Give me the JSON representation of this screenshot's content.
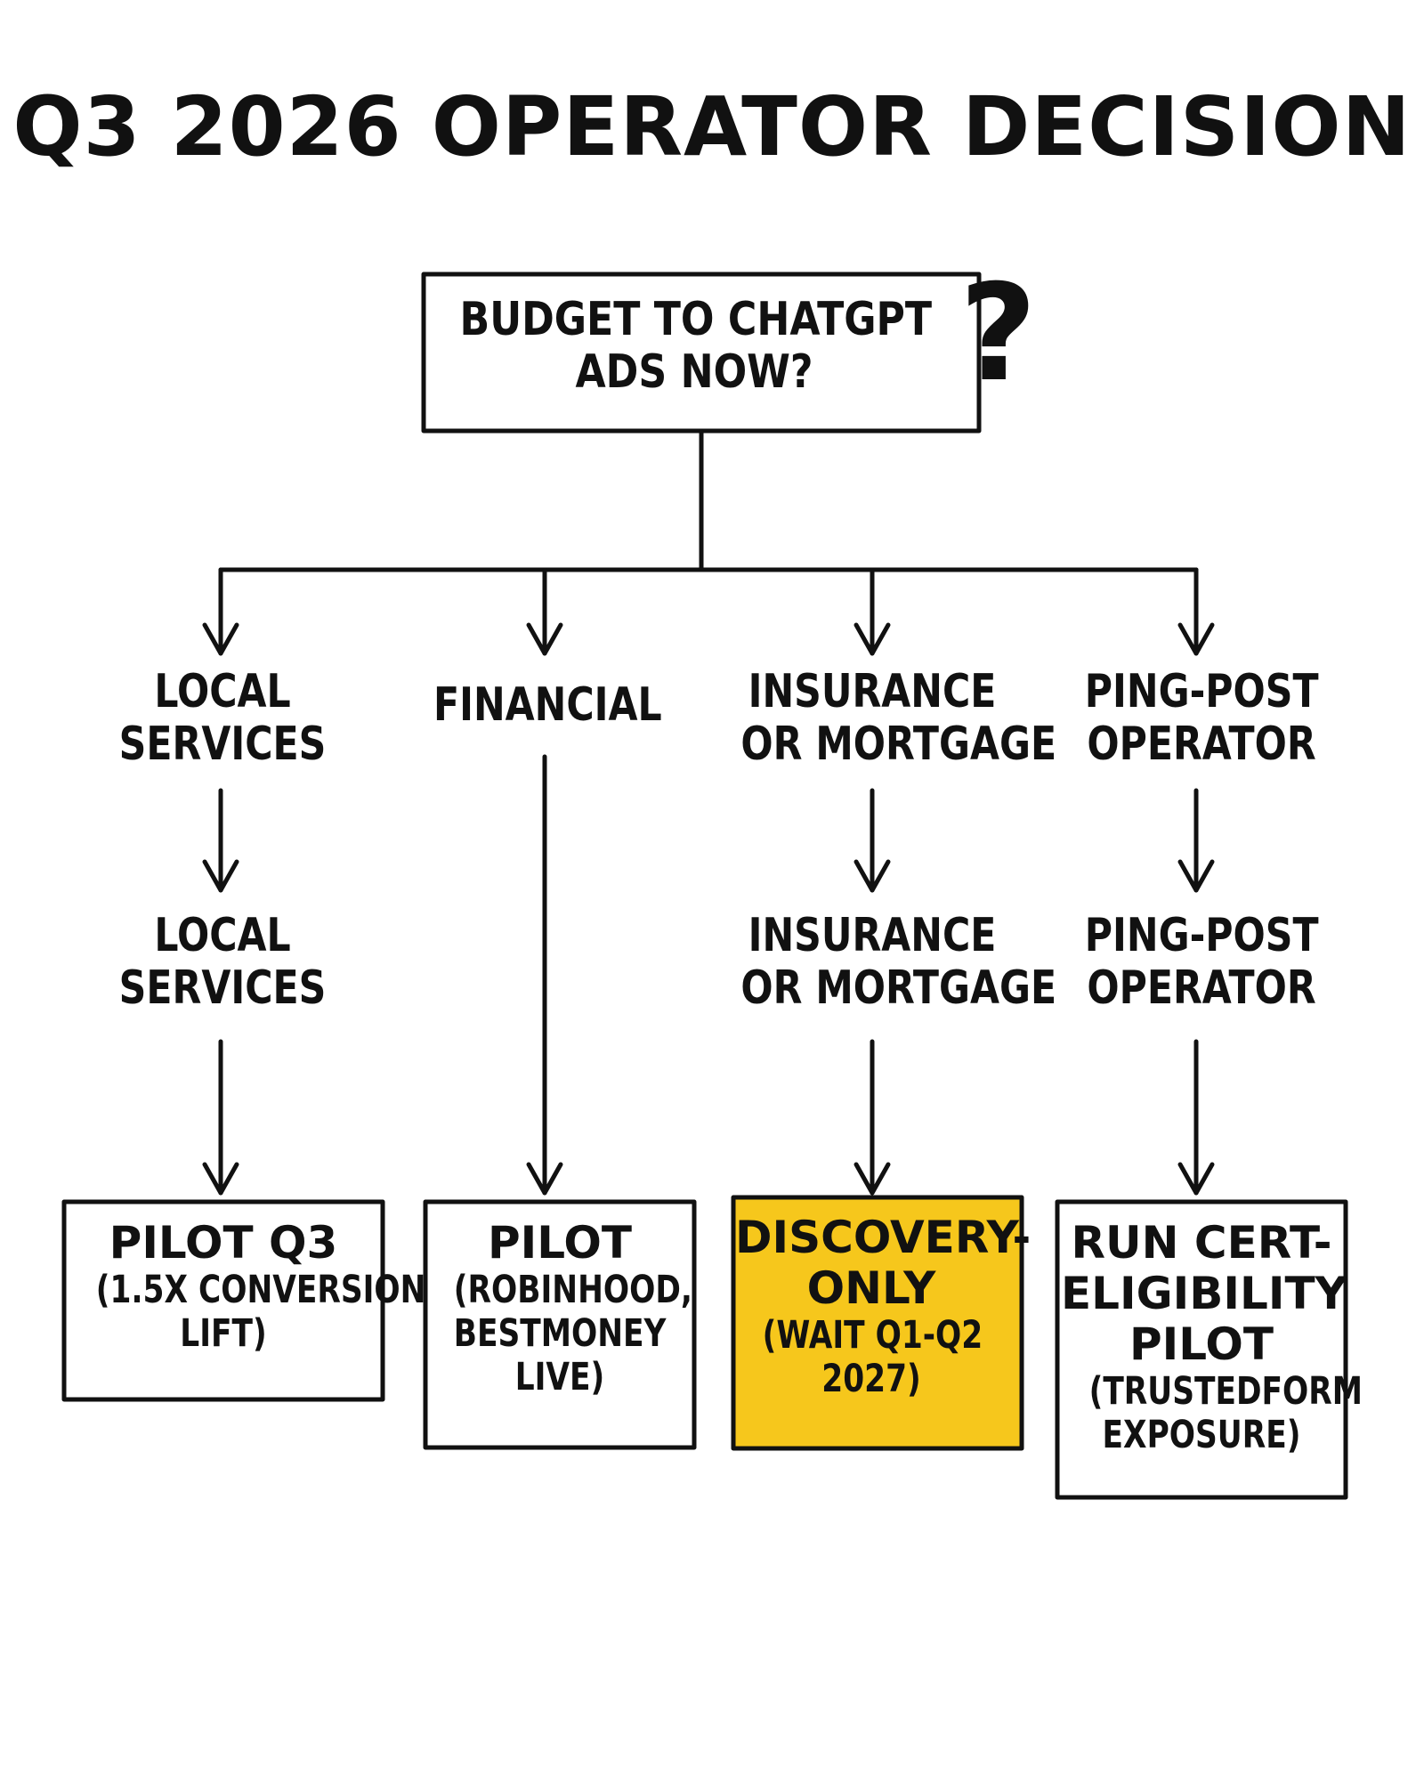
{
  "title": "Q3 2026 OPERATOR DECISION",
  "question": {
    "lines": [
      "BUDGET TO CHATGPT",
      "ADS NOW?"
    ],
    "mark": "?"
  },
  "columns": [
    {
      "label": [
        "LOCAL",
        "SERVICES"
      ],
      "label_repeat": [
        "LOCAL",
        "SERVICES"
      ],
      "outcome": [
        "PILOT Q3",
        "(1.5X CONVERSION",
        "LIFT)"
      ],
      "highlight": false
    },
    {
      "label": [
        "FINANCIAL"
      ],
      "label_repeat": [],
      "outcome": [
        "PILOT",
        "(ROBINHOOD,",
        "BESTMONEY",
        "LIVE)"
      ],
      "highlight": false
    },
    {
      "label": [
        "INSURANCE",
        "OR MORTGAGE"
      ],
      "label_repeat": [
        "INSURANCE",
        "OR MORTGAGE"
      ],
      "outcome": [
        "DISCOVERY-",
        "ONLY",
        "(WAIT Q1-Q2",
        "2027)"
      ],
      "highlight": true
    },
    {
      "label": [
        "PING-POST",
        "OPERATOR"
      ],
      "label_repeat": [
        "PING-POST",
        "OPERATOR"
      ],
      "outcome": [
        "RUN CERT-",
        "ELIGIBILITY",
        "PILOT",
        "(TRUSTEDFORM",
        "EXPOSURE)"
      ],
      "highlight": false
    }
  ],
  "colors": {
    "ink": "#111111",
    "highlight": "#f6c71c",
    "paper": "#ffffff"
  }
}
